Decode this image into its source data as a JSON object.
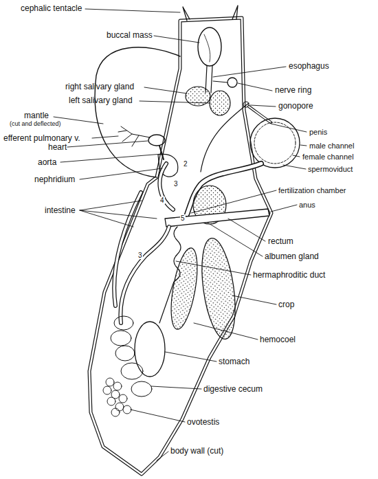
{
  "diagram": {
    "labels": [
      "cephalic tentacle",
      "buccal mass",
      "esophagus",
      "right salivary gland",
      "nerve ring",
      "left salivary gland",
      "gonopore",
      "mantle",
      "(cut and deflected)",
      "efferent pulmonary v.",
      "heart",
      "penis",
      "male channel",
      "female channel",
      "aorta",
      "spermoviduct",
      "nephridium",
      "fertilization chamber",
      "intestine",
      "anus",
      "rectum",
      "albumen gland",
      "hermaphroditic duct",
      "crop",
      "hemocoel",
      "stomach",
      "digestive cecum",
      "ovotestis",
      "body wall (cut)",
      "2",
      "3",
      "4",
      "5",
      "3"
    ]
  }
}
